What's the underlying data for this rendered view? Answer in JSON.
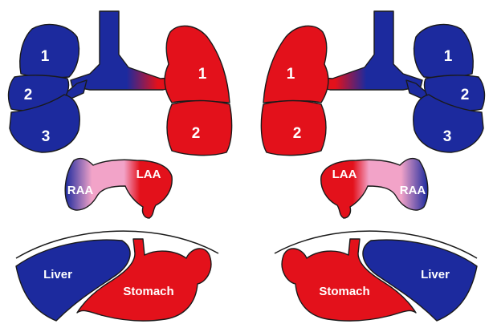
{
  "colors": {
    "left_sided": "#e3111b",
    "right_sided": "#1c2a9e",
    "appendage_blend": "#f2a3c8",
    "outline": "#1a1a1a",
    "highlight": "#ffffff"
  },
  "left_panel": {
    "right_lung_lobes": [
      "1",
      "2",
      "3"
    ],
    "left_lung_lobes": [
      "1",
      "2"
    ],
    "appendages": {
      "right": "RAA",
      "left": "LAA"
    },
    "abdomen": {
      "liver": "Liver",
      "stomach": "Stomach"
    }
  },
  "right_panel": {
    "right_lung_lobes": [
      "1",
      "2",
      "3"
    ],
    "left_lung_lobes": [
      "1",
      "2"
    ],
    "appendages": {
      "right": "RAA",
      "left": "LAA"
    },
    "abdomen": {
      "liver": "Liver",
      "stomach": "Stomach"
    }
  }
}
